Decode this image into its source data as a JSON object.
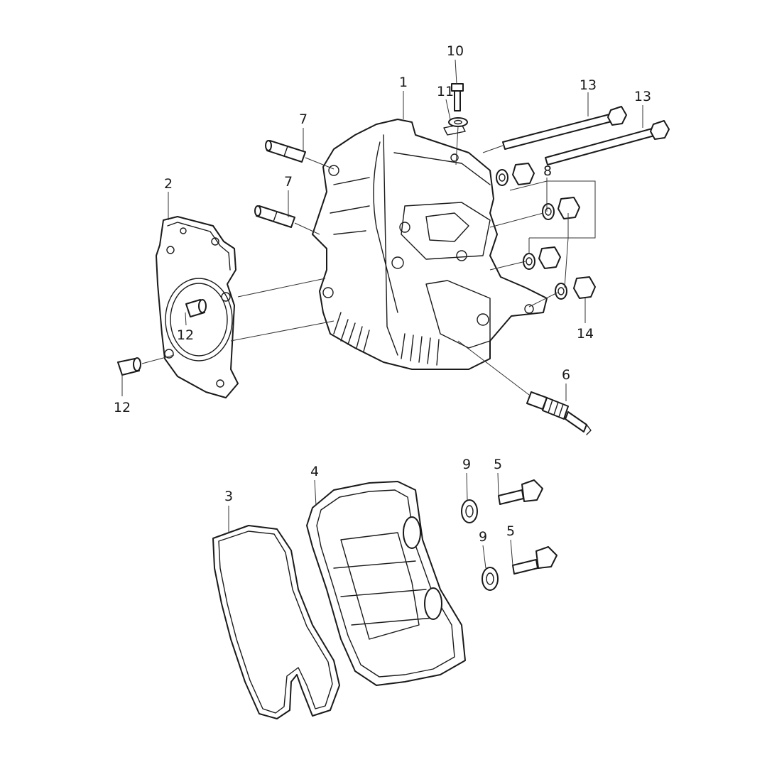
{
  "diagram": {
    "colors": {
      "line": "#1a1a1a",
      "background": "#ffffff"
    },
    "callouts": {
      "c1": "1",
      "c2": "2",
      "c3": "3",
      "c4": "4",
      "c5a": "5",
      "c5b": "5",
      "c6": "6",
      "c7a": "7",
      "c7b": "7",
      "c8": "8",
      "c9a": "9",
      "c9b": "9",
      "c10": "10",
      "c11": "11",
      "c12a": "12",
      "c12b": "12",
      "c13a": "13",
      "c13b": "13",
      "c14": "14"
    }
  }
}
